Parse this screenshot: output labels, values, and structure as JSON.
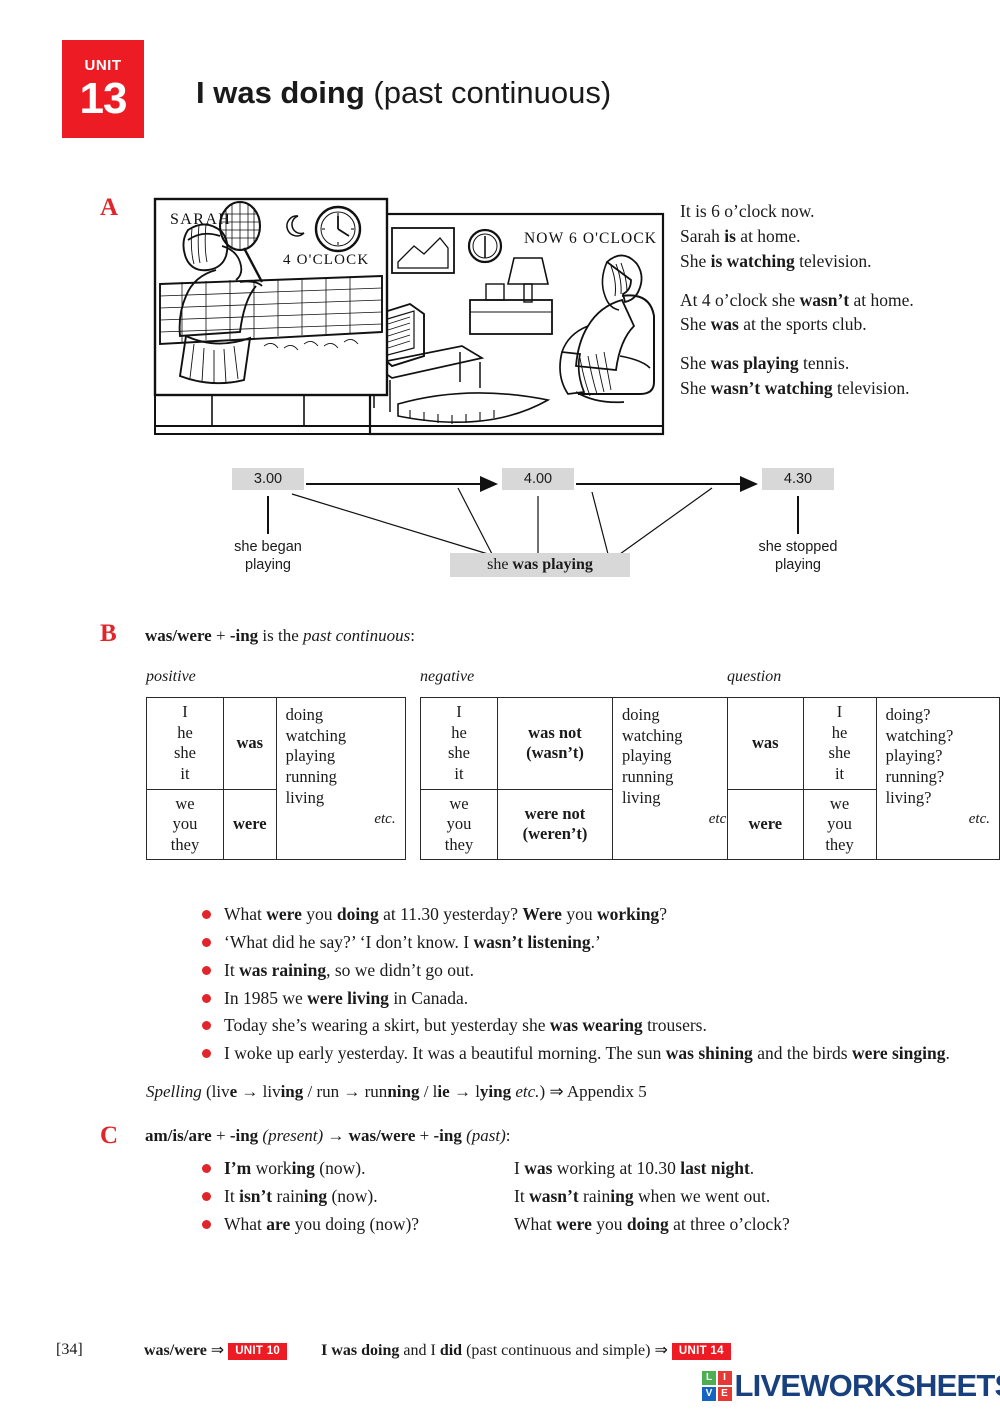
{
  "header": {
    "unit_word": "UNIT",
    "unit_number": "13",
    "title_bold": "I was doing",
    "title_rest": " (past continuous)"
  },
  "sections": {
    "a_letter": "A",
    "b_letter": "B",
    "c_letter": "C"
  },
  "illustration": {
    "panel1_name": "SARAH",
    "panel1_clock": "4 O'CLOCK",
    "panel2_clock": "NOW 6 O'CLOCK"
  },
  "section_a": {
    "para1": {
      "line1": "It is 6 o’clock now.",
      "line2_plain_a": "Sarah ",
      "line2_bold": "is",
      "line2_plain_b": " at home.",
      "line3_plain_a": "She ",
      "line3_bold": "is watching",
      "line3_plain_b": " television."
    },
    "para2": {
      "line1_plain_a": "At 4 o’clock she ",
      "line1_bold": "wasn’t",
      "line1_plain_b": " at home.",
      "line2_plain_a": "She ",
      "line2_bold": "was",
      "line2_plain_b": " at the sports club."
    },
    "para3": {
      "line1_plain_a": "She ",
      "line1_bold": "was playing",
      "line1_plain_b": " tennis.",
      "line2_plain_a": "She ",
      "line2_bold": "wasn’t watching",
      "line2_plain_b": " television."
    }
  },
  "timeline": {
    "time1": "3.00",
    "time2": "4.00",
    "time3": "4.30",
    "caption1": "she began\nplaying",
    "caption2_plain_a": "she ",
    "caption2_bold": "was playing",
    "caption3": "she stopped\nplaying"
  },
  "section_b": {
    "intro_bold1": "was/were",
    "intro_plain1": " + ",
    "intro_bold2": "-ing",
    "intro_plain2": " is the ",
    "intro_italic": "past continuous",
    "intro_plain3": ":",
    "caption_positive": "positive",
    "caption_negative": "negative",
    "caption_question": "question",
    "tables": {
      "positive": {
        "rows": [
          {
            "pronouns": "I\nhe\nshe\nit",
            "aux": "was"
          },
          {
            "pronouns": "we\nyou\nthey",
            "aux": "were"
          }
        ],
        "verbs": [
          "doing",
          "watching",
          "playing",
          "running",
          "living"
        ],
        "etc": "etc."
      },
      "negative": {
        "rows": [
          {
            "pronouns": "I\nhe\nshe\nit",
            "aux": "was not\n(wasn’t)"
          },
          {
            "pronouns": "we\nyou\nthey",
            "aux": "were not\n(weren’t)"
          }
        ],
        "verbs": [
          "doing",
          "watching",
          "playing",
          "running",
          "living"
        ],
        "etc": "etc."
      },
      "question": {
        "rows": [
          {
            "aux": "was",
            "pronouns": "I\nhe\nshe\nit"
          },
          {
            "aux": "were",
            "pronouns": "we\nyou\nthey"
          }
        ],
        "verbs": [
          "doing?",
          "watching?",
          "playing?",
          "running?",
          "living?"
        ],
        "etc": "etc."
      }
    },
    "examples": [
      {
        "parts": [
          {
            "t": "What ",
            "b": false
          },
          {
            "t": "were",
            "b": true
          },
          {
            "t": " you ",
            "b": false
          },
          {
            "t": "doing",
            "b": true
          },
          {
            "t": " at 11.30 yesterday?  ",
            "b": false
          },
          {
            "t": "Were",
            "b": true
          },
          {
            "t": " you ",
            "b": false
          },
          {
            "t": "working",
            "b": true
          },
          {
            "t": "?",
            "b": false
          }
        ]
      },
      {
        "parts": [
          {
            "t": "‘What did he say?’   ‘I don’t know. I ",
            "b": false
          },
          {
            "t": "wasn’t listening",
            "b": true
          },
          {
            "t": ".’",
            "b": false
          }
        ]
      },
      {
        "parts": [
          {
            "t": "It ",
            "b": false
          },
          {
            "t": "was raining",
            "b": true
          },
          {
            "t": ", so we didn’t go out.",
            "b": false
          }
        ]
      },
      {
        "parts": [
          {
            "t": "In 1985 we ",
            "b": false
          },
          {
            "t": "were living",
            "b": true
          },
          {
            "t": " in Canada.",
            "b": false
          }
        ]
      },
      {
        "parts": [
          {
            "t": "Today she’s wearing a skirt, but yesterday she ",
            "b": false
          },
          {
            "t": "was wearing",
            "b": true
          },
          {
            "t": " trousers.",
            "b": false
          }
        ]
      },
      {
        "parts": [
          {
            "t": "I woke up early yesterday. It was a beautiful morning. The sun ",
            "b": false
          },
          {
            "t": "was shining",
            "b": true
          },
          {
            "t": " and the birds ",
            "b": false
          },
          {
            "t": "were singing",
            "b": true
          },
          {
            "t": ".",
            "b": false
          }
        ]
      }
    ],
    "spelling": {
      "label": "Spelling",
      "body_a": " (liv",
      "bold_e": "e",
      "body_b": " → liv",
      "bold_ing1": "ing",
      "body_c": " / run → run",
      "bold_ning": "ning",
      "body_d": " / l",
      "bold_ie": "ie",
      "body_e": " → l",
      "bold_y": "y",
      "bold_ing2": "ing",
      "italic_etc": " etc.",
      "body_f": ") ⇒ Appendix 5"
    }
  },
  "section_c": {
    "intro_bold1": "am/is/are",
    "intro_plain1": " + ",
    "intro_bold2": "-ing",
    "intro_italic1": " (present)",
    "intro_plain2": " → ",
    "intro_bold3": "was/were",
    "intro_plain3": " + ",
    "intro_bold4": "-ing",
    "intro_italic2": " (past)",
    "intro_plain4": ":",
    "rows": [
      {
        "left": [
          {
            "t": "I’m",
            "b": true
          },
          {
            "t": " work",
            "b": false
          },
          {
            "t": "ing",
            "b": true
          },
          {
            "t": " (now).",
            "b": false
          }
        ],
        "right": [
          {
            "t": "I ",
            "b": false
          },
          {
            "t": "was",
            "b": true
          },
          {
            "t": " working at 10.30 ",
            "b": false
          },
          {
            "t": "last night",
            "b": true
          },
          {
            "t": ".",
            "b": false
          }
        ]
      },
      {
        "left": [
          {
            "t": "It ",
            "b": false
          },
          {
            "t": "isn’t",
            "b": true
          },
          {
            "t": " rain",
            "b": false
          },
          {
            "t": "ing",
            "b": true
          },
          {
            "t": " (now).",
            "b": false
          }
        ],
        "right": [
          {
            "t": "It ",
            "b": false
          },
          {
            "t": "wasn’t",
            "b": true
          },
          {
            "t": " rain",
            "b": false
          },
          {
            "t": "ing",
            "b": true
          },
          {
            "t": " when we went out.",
            "b": false
          }
        ]
      },
      {
        "left": [
          {
            "t": "What ",
            "b": false
          },
          {
            "t": "are",
            "b": true
          },
          {
            "t": " you doing (now)?",
            "b": false
          }
        ],
        "right": [
          {
            "t": "What ",
            "b": false
          },
          {
            "t": "were",
            "b": true
          },
          {
            "t": " you ",
            "b": false
          },
          {
            "t": "doing",
            "b": true
          },
          {
            "t": " at three o’clock?",
            "b": false
          }
        ]
      }
    ]
  },
  "footer": {
    "page_number": "[34]",
    "ref1_text_bold": "was/were",
    "ref1_arrow": " ⇒",
    "ref1_badge": "UNIT 10",
    "ref2_bold1": "I was doing",
    "ref2_plain1": " and I ",
    "ref2_bold2": "did",
    "ref2_plain2": " (past continuous and simple) ⇒",
    "ref2_badge": "UNIT 14",
    "logo_tiles": [
      "L",
      "I",
      "V",
      "E"
    ],
    "logo_tile_colors": [
      "#4caf50",
      "#e53935",
      "#1565c0",
      "#e53935"
    ],
    "logo_word": "LIVEWORKSHEETS",
    "logo_color": "#18407f"
  },
  "colors": {
    "unit_red": "#ed1c24",
    "section_letter_red": "#e0262b",
    "bullet_red": "#e0262b",
    "timeline_gray": "#d8d8d8"
  }
}
